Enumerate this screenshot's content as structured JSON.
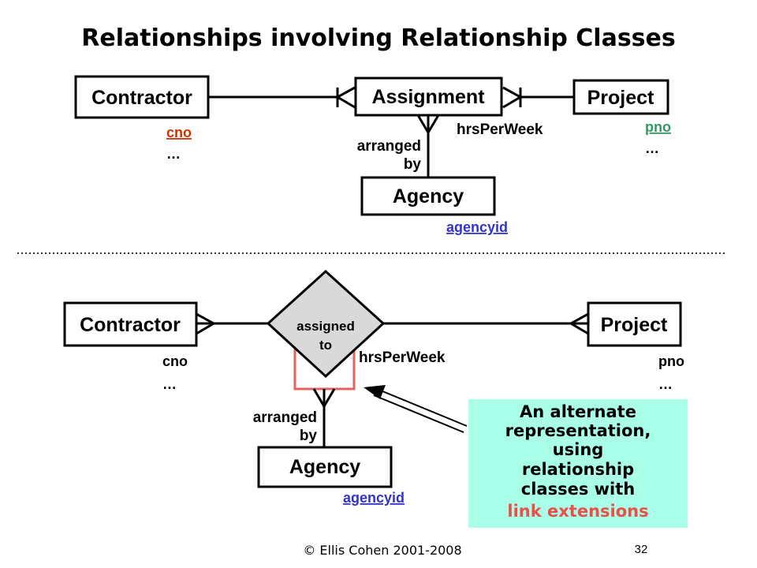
{
  "title": "Relationships involving Relationship Classes",
  "top_diagram": {
    "contractor": {
      "name": "Contractor",
      "attrs": [
        "cno",
        "…"
      ]
    },
    "assignment": {
      "name": "Assignment"
    },
    "project": {
      "name": "Project",
      "attrs": [
        "pno",
        "…"
      ]
    },
    "agency": {
      "name": "Agency",
      "attrs": [
        "agencyid"
      ]
    },
    "relationship_label": [
      "arranged",
      "by"
    ],
    "link_attr": "hrsPerWeek"
  },
  "bottom_diagram": {
    "contractor": {
      "name": "Contractor",
      "attrs": [
        "cno",
        "…"
      ]
    },
    "relationship": {
      "name": [
        "assigned",
        "to"
      ]
    },
    "project": {
      "name": "Project",
      "attrs": [
        "pno",
        "…"
      ]
    },
    "agency": {
      "name": "Agency",
      "attrs": [
        "agencyid"
      ]
    },
    "relationship_label": [
      "arranged",
      "by"
    ],
    "link_attr": "hrsPerWeek"
  },
  "note": {
    "lines": [
      "An alternate",
      "representation,",
      "using",
      "relationship",
      "classes with"
    ],
    "highlight": "link extensions"
  },
  "footer": {
    "copyright": "© Ellis Cohen 2001-2008",
    "page": "32"
  },
  "colors": {
    "cno_top": "#cc3300",
    "pno_top": "#339966",
    "agencyid": "#3333cc",
    "diamond_fill": "#d9d9d9",
    "link_box": "#e8605a",
    "note_bg": "#aaffe8",
    "note_highlight": "#e85048",
    "dotted_line": "#333333"
  }
}
